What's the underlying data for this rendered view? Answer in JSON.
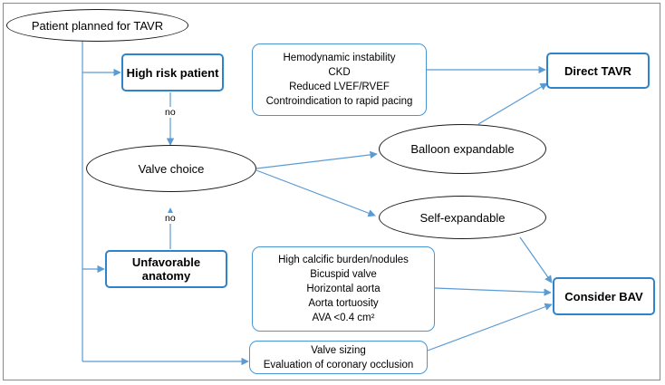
{
  "nodes": {
    "start": "Patient planned for TAVR",
    "high_risk": "High risk patient",
    "valve_choice": "Valve choice",
    "balloon": "Balloon expandable",
    "self_expandable": "Self-expandable",
    "unfavorable": "Unfavorable anatomy",
    "direct_tavr": "Direct TAVR",
    "consider_bav": "Consider BAV"
  },
  "labels": {
    "no_top": "no",
    "no_bottom": "no"
  },
  "boxes": {
    "hemodynamic": [
      "Hemodynamic instability",
      "CKD",
      "Reduced LVEF/RVEF",
      "Controindication to rapid pacing"
    ],
    "anatomy": [
      "High calcific burden/nodules",
      "Bicuspid valve",
      "Horizontal aorta",
      "Aorta tortuosity",
      "AVA <0.4 cm²"
    ],
    "sizing": [
      "Valve sizing",
      "Evaluation of coronary occlusion"
    ]
  },
  "colors": {
    "accent": "#2f84c9",
    "arrow": "#5b9bd5",
    "outline": "#1a1a1a"
  }
}
